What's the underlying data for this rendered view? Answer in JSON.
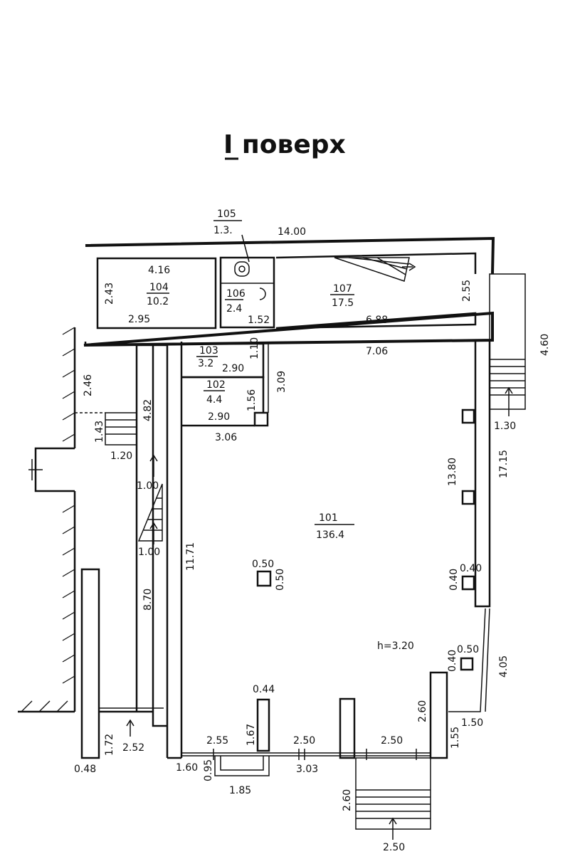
{
  "title": "I поверх",
  "height_note": "h=3.20",
  "rooms": [
    {
      "id": "105",
      "area": "1.3."
    },
    {
      "id": "104",
      "area": "10.2"
    },
    {
      "id": "106",
      "area": "2.4"
    },
    {
      "id": "107",
      "area": "17.5"
    },
    {
      "id": "103",
      "area": "3.2"
    },
    {
      "id": "102",
      "area": "4.4"
    },
    {
      "id": "101",
      "area": "136.4"
    }
  ],
  "dimensions": {
    "top_overall": "14.00",
    "r104_top": "4.16",
    "r104_left": "2.43",
    "r104_bottom": "2.95",
    "r106_bottom": "1.52",
    "r107_right": "2.55",
    "r107_bottom": "6.88",
    "right_stair_height": "4.60",
    "r101_top": "7.06",
    "r103_right_small": "1.10",
    "r103_bottom": "2.90",
    "r102_right_outer": "3.09",
    "r102_right_inner": "1.56",
    "r102_bottom": "2.90",
    "r102_outer_bottom": "3.06",
    "left_upper": "2.46",
    "left_corridor": "4.82",
    "left_stair_depth": "1.43",
    "left_stair_width": "1.20",
    "left_door_1": "1.00",
    "left_door_2": "1.00",
    "left_corridor_lower": "8.70",
    "r101_left": "11.71",
    "r101_right_inner": "13.80",
    "r101_right_outer": "17.15",
    "right_stair_width": "1.30",
    "pillar_size_a": "0.50",
    "pillar_size_b": "0.50",
    "right_pillar_a": "0.40",
    "right_pillar_b": "0.40",
    "right_box_a": "0.40",
    "right_box_b": "0.50",
    "right_diag": "4.05",
    "right_bottom_1": "1.55",
    "right_bottom_2": "1.50",
    "right_col_h": "2.60",
    "bottom_col_w": "0.44",
    "bottom_col_h": "1.67",
    "left_stub_h": "1.72",
    "left_stub_w": "2.52",
    "left_wall_t": "0.48",
    "bottom_1": "1.60",
    "bottom_2": "0.95",
    "bottom_3": "2.55",
    "bottom_4": "1.85",
    "bottom_5": "2.50",
    "bottom_6": "3.03",
    "bottom_7": "2.50",
    "bottom_stair_h": "2.60",
    "bottom_stair_w": "2.50"
  }
}
